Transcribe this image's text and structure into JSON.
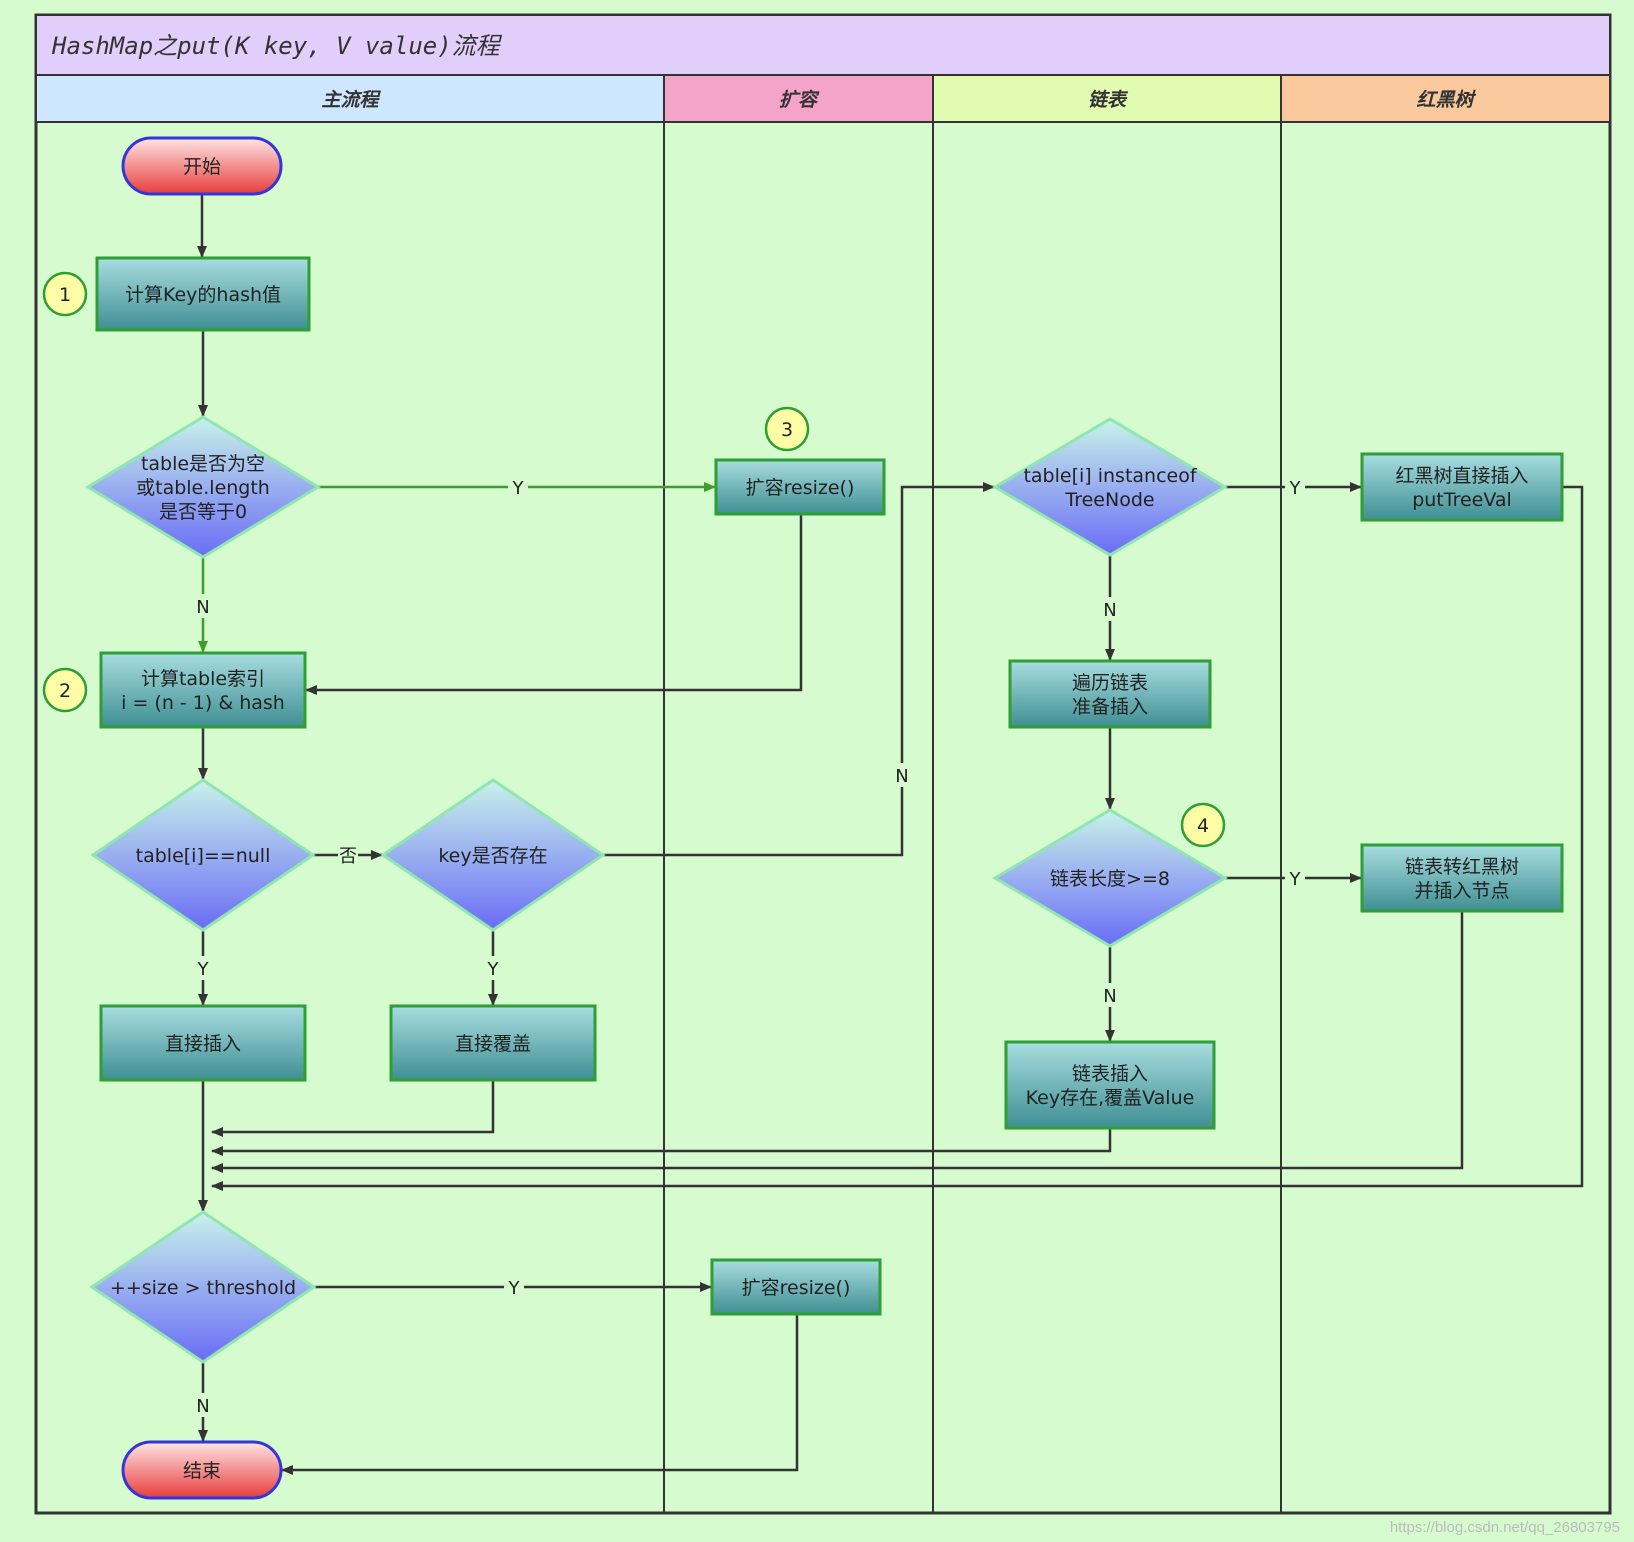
{
  "title": "HashMap之put(K key,  V value)流程",
  "lanes": [
    {
      "id": "main",
      "label": "主流程",
      "color": "#cfe6ff"
    },
    {
      "id": "resize",
      "label": "扩容",
      "color": "#f4a3c9"
    },
    {
      "id": "list",
      "label": "链表",
      "color": "#e1fcb0"
    },
    {
      "id": "tree",
      "label": "红黑树",
      "color": "#f9c99d"
    }
  ],
  "colors": {
    "background": "#d6fbcf",
    "title_bar": "#e2cefb",
    "process_top": "#a8dde0",
    "process_bottom": "#3f8f93",
    "decision_top": "#c8f2ea",
    "decision_bottom": "#6a6cf6",
    "terminal_top": "#ffe5e5",
    "terminal_bottom": "#e83c3c",
    "badge_fill": "#fdfda6",
    "green_edge": "#3f9e2a"
  },
  "nodes": {
    "start": {
      "type": "terminal",
      "lines": [
        "开始"
      ]
    },
    "hash": {
      "type": "process",
      "lines": [
        "计算Key的hash值"
      ]
    },
    "table_empty": {
      "type": "decision",
      "lines": [
        "table是否为空",
        "或table.length",
        "是否等于0"
      ]
    },
    "resize1": {
      "type": "process",
      "lines": [
        "扩容resize()"
      ]
    },
    "index": {
      "type": "process",
      "lines": [
        "计算table索引",
        "i = (n - 1) & hash"
      ]
    },
    "slot_null": {
      "type": "decision",
      "lines": [
        "table[i]==null"
      ]
    },
    "key_exists": {
      "type": "decision",
      "lines": [
        "key是否存在"
      ]
    },
    "insert_direct": {
      "type": "process",
      "lines": [
        "直接插入"
      ]
    },
    "overwrite": {
      "type": "process",
      "lines": [
        "直接覆盖"
      ]
    },
    "is_treenode": {
      "type": "decision",
      "lines": [
        "table[i] instanceof",
        "TreeNode"
      ]
    },
    "tree_insert": {
      "type": "process",
      "lines": [
        "红黑树直接插入",
        "putTreeVal"
      ]
    },
    "traverse": {
      "type": "process",
      "lines": [
        "遍历链表",
        "准备插入"
      ]
    },
    "list_len": {
      "type": "decision",
      "lines": [
        "链表长度>=8"
      ]
    },
    "to_tree": {
      "type": "process",
      "lines": [
        "链表转红黑树",
        "并插入节点"
      ]
    },
    "list_insert": {
      "type": "process",
      "lines": [
        "链表插入",
        "Key存在,覆盖Value"
      ]
    },
    "size_check": {
      "type": "decision",
      "lines": [
        "++size > threshold"
      ]
    },
    "resize2": {
      "type": "process",
      "lines": [
        "扩容resize()"
      ]
    },
    "end": {
      "type": "terminal",
      "lines": [
        "结束"
      ]
    }
  },
  "badges": [
    {
      "text": "1",
      "near": "hash"
    },
    {
      "text": "2",
      "near": "index"
    },
    {
      "text": "3",
      "near": "resize1"
    },
    {
      "text": "4",
      "near": "list_len"
    }
  ],
  "edges": [
    {
      "from": "start",
      "to": "hash",
      "label": ""
    },
    {
      "from": "hash",
      "to": "table_empty",
      "label": ""
    },
    {
      "from": "table_empty",
      "to": "resize1",
      "label": "Y",
      "color": "green"
    },
    {
      "from": "table_empty",
      "to": "index",
      "label": "N",
      "color": "green"
    },
    {
      "from": "resize1",
      "to": "index",
      "label": ""
    },
    {
      "from": "index",
      "to": "slot_null",
      "label": ""
    },
    {
      "from": "slot_null",
      "to": "key_exists",
      "label": "否"
    },
    {
      "from": "slot_null",
      "to": "insert_direct",
      "label": "Y"
    },
    {
      "from": "key_exists",
      "to": "overwrite",
      "label": "Y"
    },
    {
      "from": "key_exists",
      "to": "is_treenode",
      "label": "N"
    },
    {
      "from": "is_treenode",
      "to": "tree_insert",
      "label": "Y"
    },
    {
      "from": "is_treenode",
      "to": "traverse",
      "label": "N"
    },
    {
      "from": "traverse",
      "to": "list_len",
      "label": ""
    },
    {
      "from": "list_len",
      "to": "to_tree",
      "label": "Y"
    },
    {
      "from": "list_len",
      "to": "list_insert",
      "label": "N"
    },
    {
      "from": "insert_direct",
      "to": "size_check",
      "label": ""
    },
    {
      "from": "overwrite",
      "to": "size_check",
      "label": ""
    },
    {
      "from": "list_insert",
      "to": "size_check",
      "label": ""
    },
    {
      "from": "to_tree",
      "to": "size_check",
      "label": ""
    },
    {
      "from": "tree_insert",
      "to": "size_check",
      "label": ""
    },
    {
      "from": "size_check",
      "to": "resize2",
      "label": "Y"
    },
    {
      "from": "size_check",
      "to": "end",
      "label": "N"
    },
    {
      "from": "resize2",
      "to": "end",
      "label": ""
    }
  ],
  "watermark": "https://blog.csdn.net/qq_26803795"
}
